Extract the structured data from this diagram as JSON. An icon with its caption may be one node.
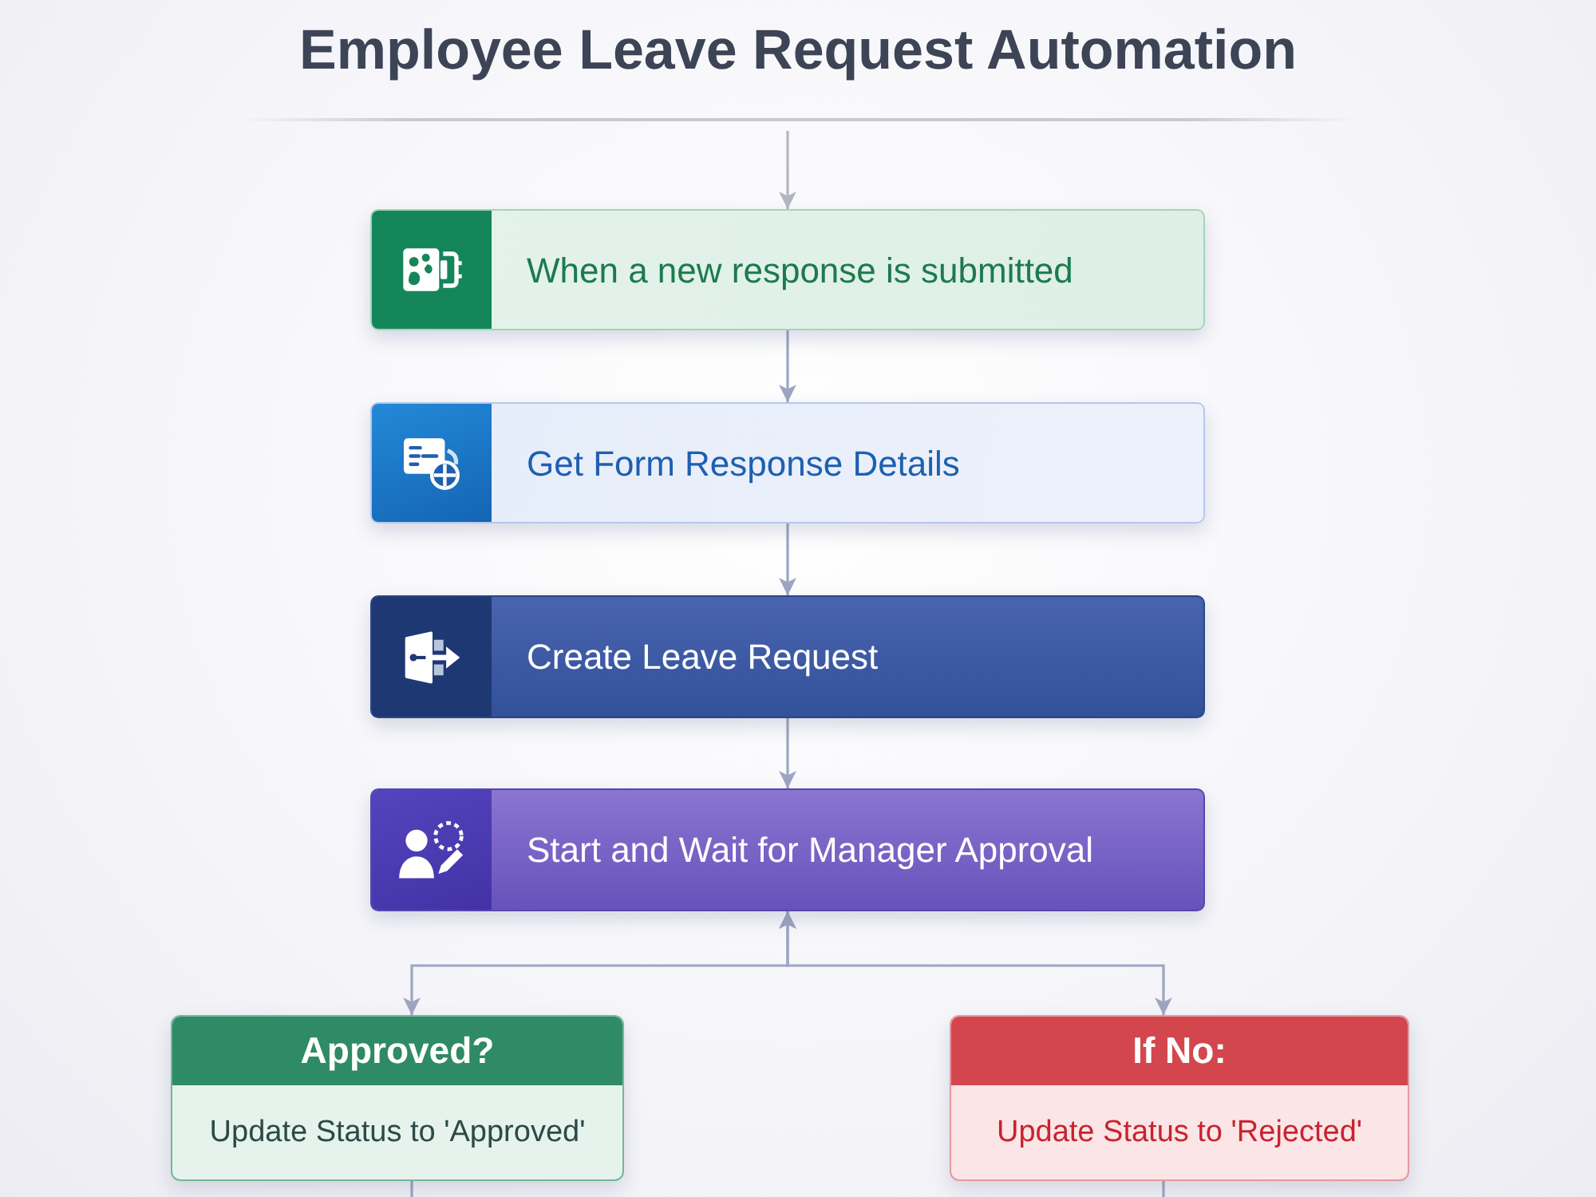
{
  "diagram": {
    "title": "Employee Leave Request Automation",
    "nodes": [
      {
        "text": [
          "When a new response is submitted"
        ]
      },
      {
        "text": [
          "Get Form Response Details"
        ]
      },
      {
        "text": [
          "Create Leave Request"
        ]
      },
      {
        "text": [
          "Start and Wait for Manager Approval"
        ]
      },
      {
        "text": [
          "Approved?",
          "Update Status to 'Approved'"
        ]
      },
      {
        "text": [
          "If No:",
          "Update Status to 'Rejected'"
        ]
      }
    ],
    "edges": [
      {
        "from": null,
        "to": 0,
        "arrow": "to",
        "color": "#b4b7c2"
      },
      {
        "from": 0,
        "to": 1,
        "arrow": "to"
      },
      {
        "from": 1,
        "to": 2,
        "arrow": "to"
      },
      {
        "from": 2,
        "to": 3,
        "arrow": "to"
      },
      {
        "from": 3,
        "to": 4,
        "arrow": "both"
      },
      {
        "from": 3,
        "to": 5,
        "arrow": "both"
      },
      {
        "from": 4,
        "to": null,
        "arrow": "none"
      },
      {
        "from": 5,
        "to": null,
        "arrow": "none"
      }
    ]
  }
}
